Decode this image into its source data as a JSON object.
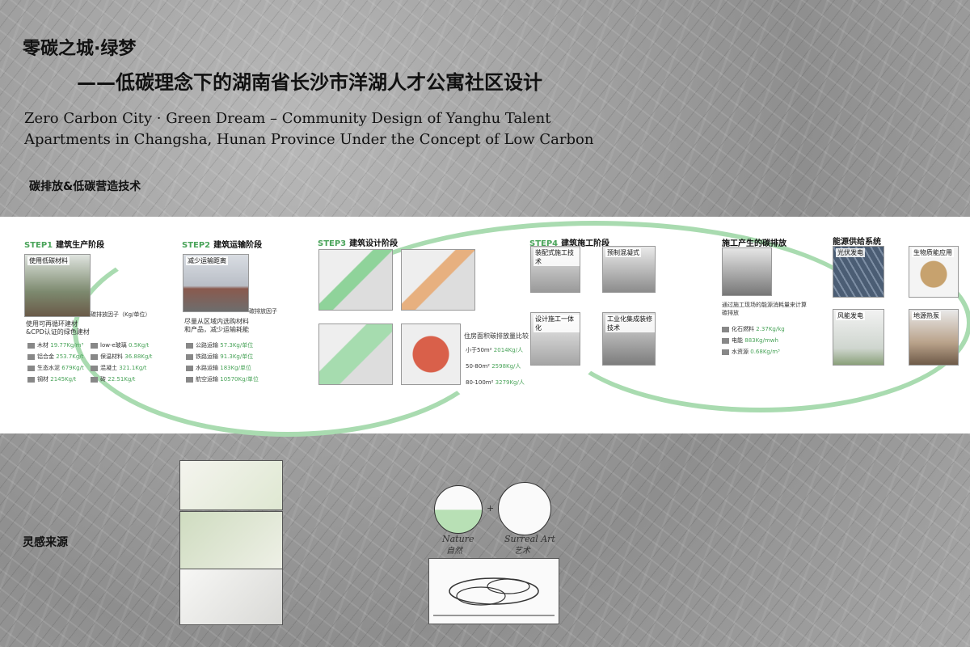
{
  "title": {
    "cn_main": "零碳之城·绿梦",
    "cn_sub": "——低碳理念下的湖南省长沙市洋湖人才公寓社区设计",
    "en": "Zero Carbon City · Green Dream – Community Design of Yanghu Talent\nApartments in Changsha, Hunan Province Under the Concept of Low Carbon"
  },
  "section_title": "碳排放&低碳营造技术",
  "inspiration_title": "灵感来源",
  "steps": {
    "s1": {
      "num": "STEP1",
      "label": "建筑生产阶段",
      "photo_label": "使用低碳材料",
      "note": "碳排放因子（Kg/单位）",
      "desc1": "使用可再循环建材",
      "desc2": "&CPD认证的绿色建材",
      "rows": [
        {
          "name": "木材",
          "value": "19.77Kg/m³"
        },
        {
          "name": "low-e玻璃",
          "value": "0.5Kg/t"
        },
        {
          "name": "铝合金",
          "value": "253.7Kg/t"
        },
        {
          "name": "保温材料",
          "value": "36.88Kg/t"
        },
        {
          "name": "生态水泥",
          "value": "679Kg/t"
        },
        {
          "name": "混凝土",
          "value": "321.1Kg/t"
        },
        {
          "name": "钢材",
          "value": "2145Kg/t"
        },
        {
          "name": "砖",
          "value": "22.51Kg/t"
        }
      ]
    },
    "s2": {
      "num": "STEP2",
      "label": "建筑运输阶段",
      "photo_label": "减少运输距离",
      "note": "碳排放因子",
      "desc1": "尽量从区域内选购材料",
      "desc2": "和产品，减少运输耗能",
      "rows": [
        {
          "name": "公路运输",
          "value": "57.3Kg/单位"
        },
        {
          "name": "铁路运输",
          "value": "91.3Kg/单位"
        },
        {
          "name": "水路运输",
          "value": "183Kg/单位"
        },
        {
          "name": "航空运输",
          "value": "10570Kg/单位"
        }
      ]
    },
    "s3": {
      "num": "STEP3",
      "label": "建筑设计阶段",
      "compare": "住房面积碳排放量比较",
      "rows": [
        {
          "name": "小于50m²",
          "value": "2014Kg/人"
        },
        {
          "name": "50-80m²",
          "value": "2598Kg/人"
        },
        {
          "name": "80-100m²",
          "value": "3279Kg/人"
        }
      ]
    },
    "s4": {
      "num": "STEP4",
      "label": "建筑施工阶段",
      "boxes": [
        "装配式施工技术",
        "预制混凝式",
        "设计施工一体化",
        "工业化集成装修技术"
      ]
    },
    "s5": {
      "label": "施工产生的碳排放",
      "desc": "通过施工现场的能源消耗量来计算碳排放",
      "rows": [
        {
          "name": "化石燃料",
          "value": "2.37Kg/kg"
        },
        {
          "name": "电能",
          "value": "883Kg/mwh"
        },
        {
          "name": "水资源",
          "value": "0.68Kg/m³"
        }
      ]
    },
    "s6": {
      "label": "能源供给系统",
      "boxes": [
        "光伏发电",
        "生物质能应用",
        "风能发电",
        "地源热泵"
      ]
    }
  },
  "sketch_labels": {
    "left": "Nature",
    "right": "Surreal Art",
    "left_cn": "自然",
    "right_cn": "艺术"
  },
  "colors": {
    "accent": "#4aa45a",
    "arc": "#a9dbb0",
    "band": "#ffffff"
  }
}
